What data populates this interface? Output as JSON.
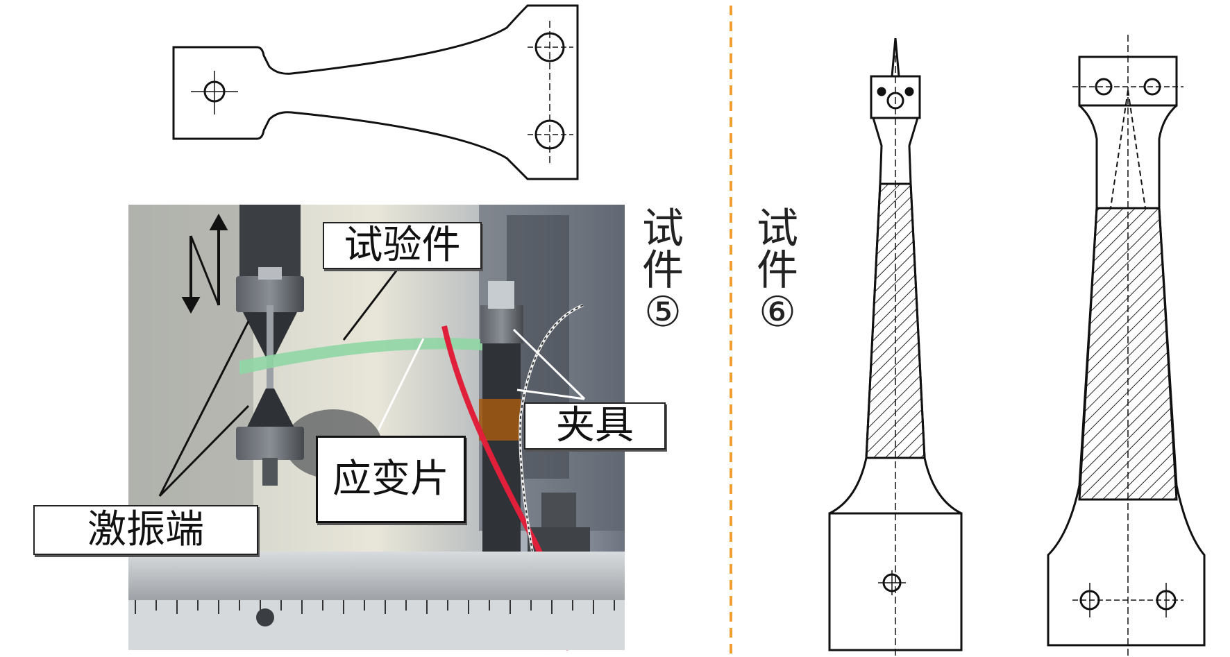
{
  "figure": {
    "callouts": {
      "specimen": "试验件",
      "fixture": "夹具",
      "strain_gauge": "应变片",
      "exciter": "激振端"
    },
    "specimen5_label": [
      "试",
      "件",
      "⑤"
    ],
    "specimen6_label": [
      "试",
      "件",
      "⑥"
    ],
    "colors": {
      "outline": "#111111",
      "divider": "#f0a030",
      "red_wire": "#e0203a",
      "green_specimen": "#8fd6a4"
    }
  }
}
